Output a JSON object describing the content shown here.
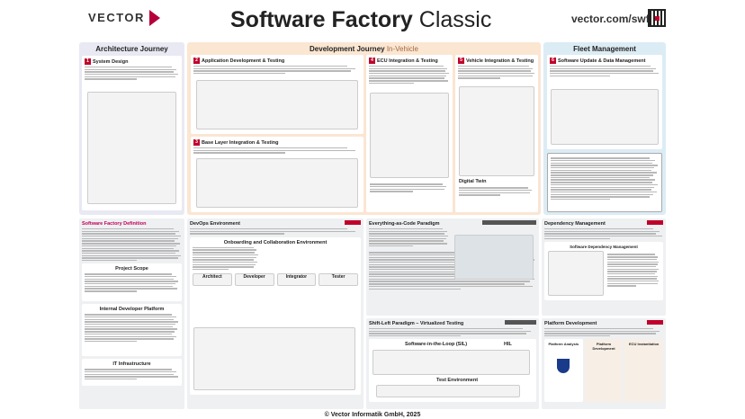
{
  "header": {
    "brand": "VECTOR",
    "title_bold": "Software Factory",
    "title_light": "Classic",
    "url": "vector.com/swf"
  },
  "columns": {
    "architecture": "Architecture Journey",
    "development": "Development Journey",
    "development_suffix": "In-Vehicle",
    "fleet": "Fleet Management"
  },
  "steps": [
    {
      "n": "1",
      "title": "System Design"
    },
    {
      "n": "2",
      "title": "Application Development & Testing"
    },
    {
      "n": "3",
      "title": "Base Layer Integration & Testing"
    },
    {
      "n": "4",
      "title": "ECU Integration & Testing"
    },
    {
      "n": "5",
      "title": "Vehicle Integration & Testing"
    },
    {
      "n": "6",
      "title": "Software Update & Data Management"
    }
  ],
  "sections": {
    "sf_definition": "Software Factory Definition",
    "project_scope": "Project Scope",
    "idp": "Internal Developer Platform",
    "it_infra": "IT Infrastructure",
    "devops": "DevOps Environment",
    "onboarding": "Onboarding and Collaboration Environment",
    "everything_as_code": "Everything-as-Code Paradigm",
    "dependency": "Dependency Management",
    "dependency_sub": "Software Dependency Management",
    "shift_left": "Shift-Left Paradigm – Virtualized Testing",
    "sil": "Software-in-the-Loop (SIL)",
    "hil": "HIL",
    "test_env": "Test Environment",
    "platform": "Platform Development",
    "platform_analysis": "Platform Analysis",
    "platform_dev": "Platform Development",
    "ecu_impl": "ECU Instantiation",
    "digital_twin": "Digital Twin"
  },
  "devops_roles": [
    "Architect",
    "Developer",
    "Integrator",
    "Tester"
  ],
  "footer": "© Vector Informatik GmbH, 2025",
  "colors": {
    "accent": "#c0002b",
    "arch_bg": "#e9e9f4",
    "dev_bg": "#fbe6d2",
    "fleet_bg": "#dcecf5",
    "grey_bg": "#eceeef"
  }
}
